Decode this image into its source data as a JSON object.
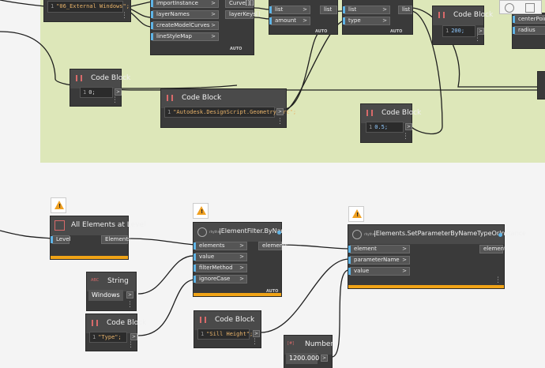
{
  "top": {
    "code_output_text": "\"06_External Windows\";",
    "code_output_line": "1",
    "method_ports": [
      "importInstance",
      "layerNames",
      "createModelCurves",
      "lineStyleMap"
    ],
    "method_outputs": [
      "Curve[][]",
      "layerKeys[]"
    ],
    "list_ports": [
      "list",
      "amount"
    ],
    "list_out": "list",
    "list2_ports": [
      "list",
      "type"
    ],
    "list2_out": "list",
    "auto_label": "AUTO",
    "cb_200": {
      "title": "Code Block",
      "line": "1",
      "code": "200;"
    },
    "right_ports": [
      "centerPoint",
      "radius"
    ],
    "cb_0": {
      "title": "Code Block",
      "line": "1",
      "code": "0;"
    },
    "cb_arc": {
      "title": "Code Block",
      "line": "1",
      "code": "\"Autodesk.DesignScript.Geometry.Arc\";"
    },
    "cb_05": {
      "title": "Code Block",
      "line": "1",
      "code": "0.5;"
    }
  },
  "bottom": {
    "all_elements": {
      "title": "All Elements at Level",
      "in": "Level",
      "out": "Elements"
    },
    "filter": {
      "tag": "rhythm",
      "title": "|ElementFilter.ByName",
      "ports": [
        "elements",
        "value",
        "filterMethod",
        "ignoreCase"
      ],
      "out": "elements",
      "auto": "AUTO"
    },
    "setparam": {
      "tag": "rhythm",
      "title": "|Elements.SetParameterByNameTypeOrInstance",
      "ports": [
        "element",
        "parameterName",
        "value"
      ],
      "out": "element"
    },
    "string_node": {
      "title": "String",
      "icon": "ABC",
      "value": "Windows"
    },
    "cb_type": {
      "title": "Code Block",
      "line": "1",
      "code": "\"Type\";"
    },
    "cb_sill": {
      "title": "Code Block",
      "line": "1",
      "code": "\"Sill Height\";"
    },
    "number_node": {
      "title": "Number",
      "icon": "[#]",
      "value": "1200.000"
    },
    "warn_symbol": "!"
  }
}
